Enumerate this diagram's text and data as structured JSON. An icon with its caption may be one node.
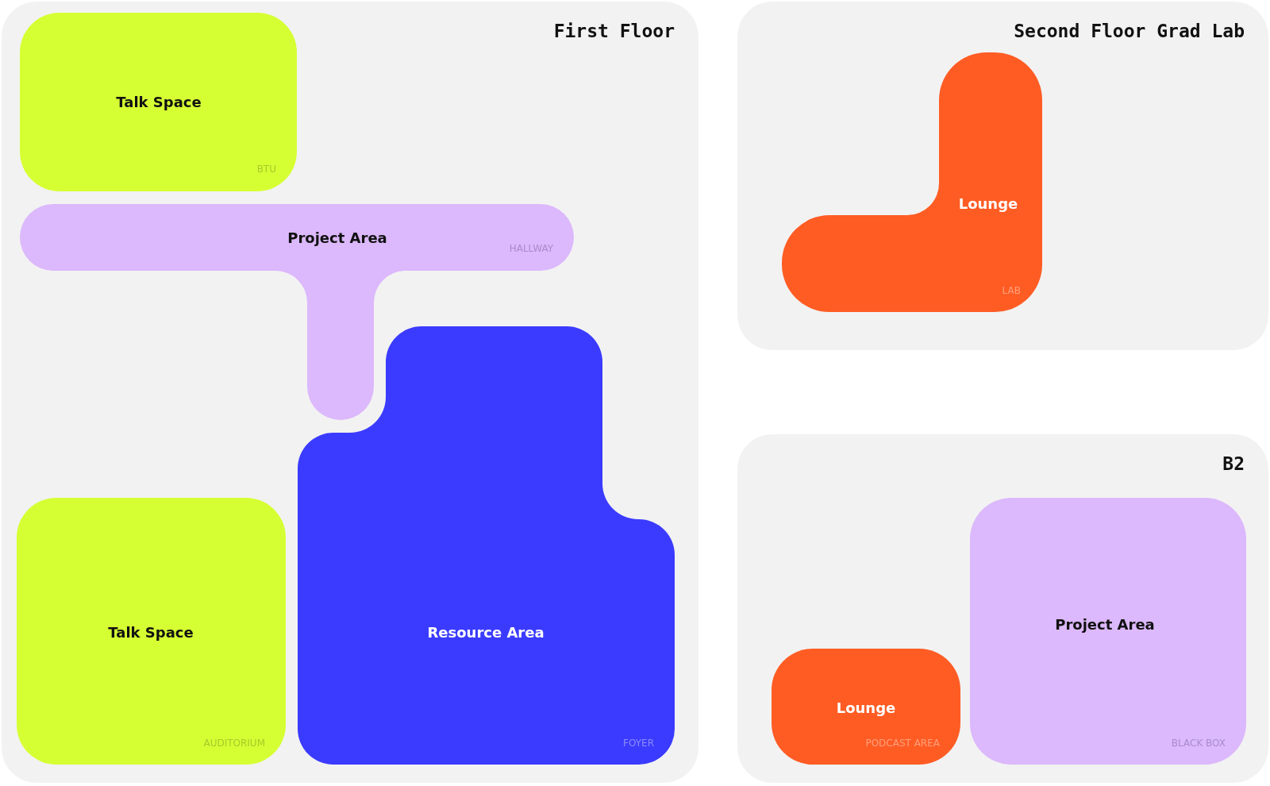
{
  "diagram": {
    "nodes": [
      {
        "text": [
          "First Floor"
        ]
      },
      {
        "text": [
          "Talk Space",
          "BTU"
        ],
        "in": 0
      },
      {
        "text": [
          "Project Area",
          "HALLWAY"
        ],
        "in": 0
      },
      {
        "text": [
          "Resource Area",
          "FOYER"
        ],
        "in": 0
      },
      {
        "text": [
          "Talk Space",
          "AUDITORIUM"
        ],
        "in": 0
      },
      {
        "text": [
          "Second Floor Grad Lab"
        ]
      },
      {
        "text": [
          "Lounge",
          "LAB"
        ],
        "in": 5
      },
      {
        "text": [
          "B2"
        ]
      },
      {
        "text": [
          "Lounge",
          "PODCAST AREA"
        ],
        "in": 7
      },
      {
        "text": [
          "Project Area",
          "BLACK BOX"
        ],
        "in": 7
      }
    ]
  }
}
